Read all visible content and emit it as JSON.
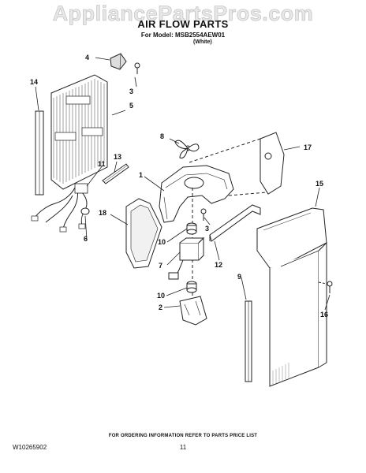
{
  "watermark": "AppliancePartsPros.com",
  "header": {
    "title": "AIR FLOW PARTS",
    "model": "For Model: MSB2554AEW01",
    "color": "(White)"
  },
  "callouts": [
    "1",
    "2",
    "3",
    "3",
    "4",
    "5",
    "6",
    "7",
    "8",
    "9",
    "10",
    "10",
    "11",
    "12",
    "13",
    "14",
    "15",
    "16",
    "17",
    "18"
  ],
  "footer": {
    "note": "FOR ORDERING INFORMATION REFER TO PARTS PRICE LIST",
    "doc_number": "W10265902",
    "page": "11"
  }
}
